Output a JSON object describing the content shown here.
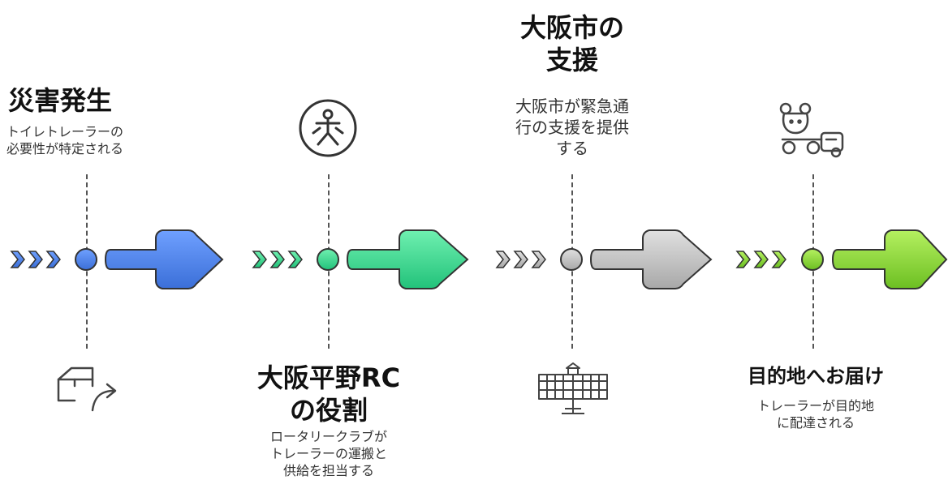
{
  "stages": [
    {
      "title": "災害発生",
      "desc": [
        "トイレトレーラーの",
        "必要性が特定される"
      ],
      "icon": "box-arrow-icon",
      "color": "#4f86f0"
    },
    {
      "title": [
        "大阪平野RC",
        "の役割"
      ],
      "desc": [
        "ロータリークラブが",
        "トレーラーの運搬と",
        "供給を担当する"
      ],
      "icon": "rotary-person-icon",
      "color": "#3dd68c"
    },
    {
      "title": [
        "大阪市の",
        "支援"
      ],
      "desc": [
        "大阪市が緊急通",
        "行の支援を提供",
        "する"
      ],
      "icon": "city-hall-icon",
      "color": "#c4c4c4"
    },
    {
      "title": "目的地へお届け",
      "desc": [
        "トレーラーが目的地",
        "に配達される"
      ],
      "icon": "toy-trailer-icon",
      "color": "#8ed43a"
    }
  ]
}
